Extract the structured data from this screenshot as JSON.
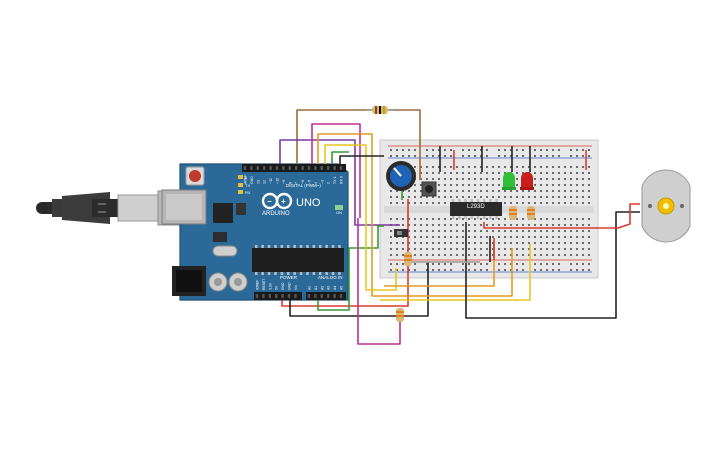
{
  "arduino": {
    "brand": "ARDUINO",
    "model": "UNO",
    "digital_header_label": "DIGITAL (PWM~)",
    "power_label": "POWER",
    "analog_label": "ANALOG IN",
    "on_label": "ON",
    "tx_label": "TX",
    "rx_label": "RX",
    "l_label": "L",
    "digital_pins": [
      "AREF",
      "GND",
      "13",
      "12",
      "~11",
      "~10",
      "~9",
      "8",
      "7",
      "~6",
      "~5",
      "4",
      "~3",
      "2",
      "TX 1",
      "RX 0"
    ],
    "power_pins": [
      "IOREF",
      "RESET",
      "3.3V",
      "5V",
      "GND",
      "GND",
      "Vin"
    ],
    "analog_pins": [
      "A0",
      "A1",
      "A2",
      "A3",
      "A4",
      "A5"
    ]
  },
  "chip_label": "L293D",
  "colors": {
    "board": "#2b6a98",
    "breadboard": "#e8e8e8",
    "wire_red": "#d83a2e",
    "wire_black": "#222222",
    "wire_orange": "#e59a1f",
    "wire_yellow": "#e6c620",
    "wire_green": "#3a9a3a",
    "wire_magenta": "#c0308f",
    "wire_brown": "#9a6a3a",
    "wire_purple": "#7a3aa0",
    "led_green": "#2fbf3a",
    "led_red": "#c81e1e",
    "pot_knob": "#1e63b4"
  },
  "icons": [
    "usb-cable-icon",
    "motor-icon",
    "potentiometer-icon",
    "pushbutton-icon",
    "led-icon",
    "resistor-icon"
  ]
}
